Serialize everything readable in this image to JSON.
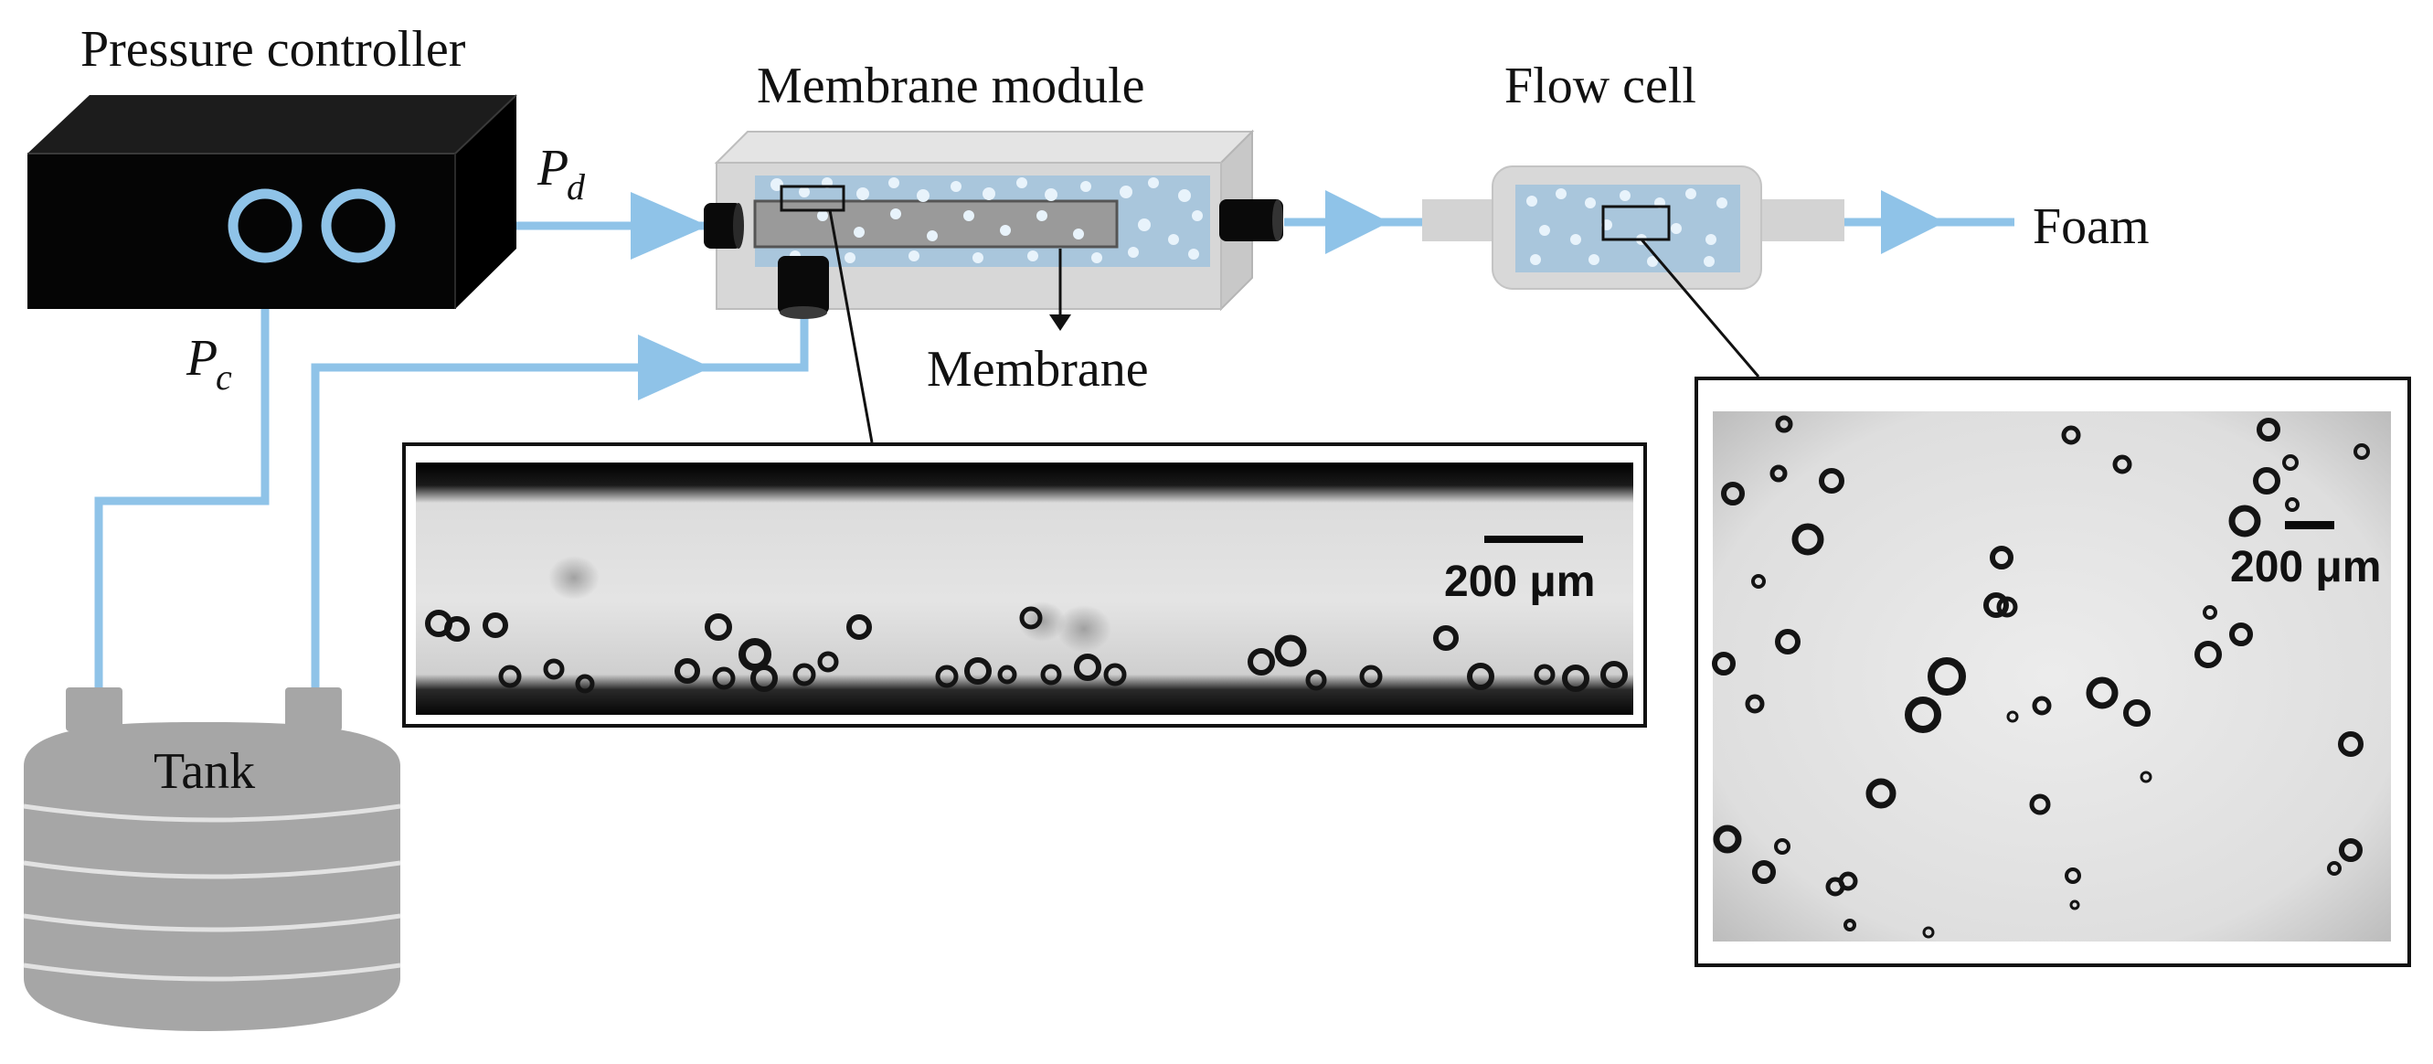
{
  "labels": {
    "pressure_controller": "Pressure controller",
    "membrane_module": "Membrane module",
    "flow_cell": "Flow cell",
    "membrane": "Membrane",
    "foam": "Foam",
    "tank": "Tank",
    "pd_symbol": "P",
    "pd_subscript": "d",
    "pc_symbol": "P",
    "pc_subscript": "c"
  },
  "micrographs": {
    "membrane_view": {
      "scale_bar_label": "200 μm"
    },
    "flow_cell_view": {
      "scale_bar_label": "200 μm"
    }
  },
  "colors": {
    "tubing": "#8fc3e8",
    "controller_body": "#050505",
    "tank_body": "#a6a6a6",
    "module_housing": "#d7d7d7",
    "liquid": "#a9c6dc"
  }
}
